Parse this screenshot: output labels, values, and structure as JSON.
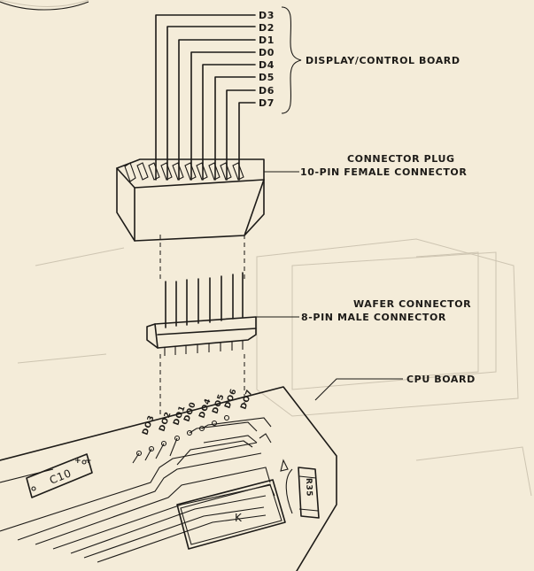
{
  "display_board": {
    "label": "DISPLAY/CONTROL BOARD",
    "lines": [
      "D3",
      "D2",
      "D1",
      "D0",
      "D4",
      "D5",
      "D6",
      "D7"
    ]
  },
  "connector_plug": {
    "title": "CONNECTOR PLUG",
    "subtitle": "10-PIN FEMALE CONNECTOR"
  },
  "wafer_connector": {
    "title": "WAFER CONNECTOR",
    "subtitle": "8-PIN MALE CONNECTOR"
  },
  "cpu_board": {
    "label": "CPU BOARD",
    "pads": [
      "DO3",
      "DO2",
      "DO1",
      "DO0",
      "DO4",
      "DO5",
      "DO6",
      "DO7"
    ]
  },
  "components": {
    "capacitor": "C10",
    "chip": "K",
    "resistor": "R35"
  }
}
